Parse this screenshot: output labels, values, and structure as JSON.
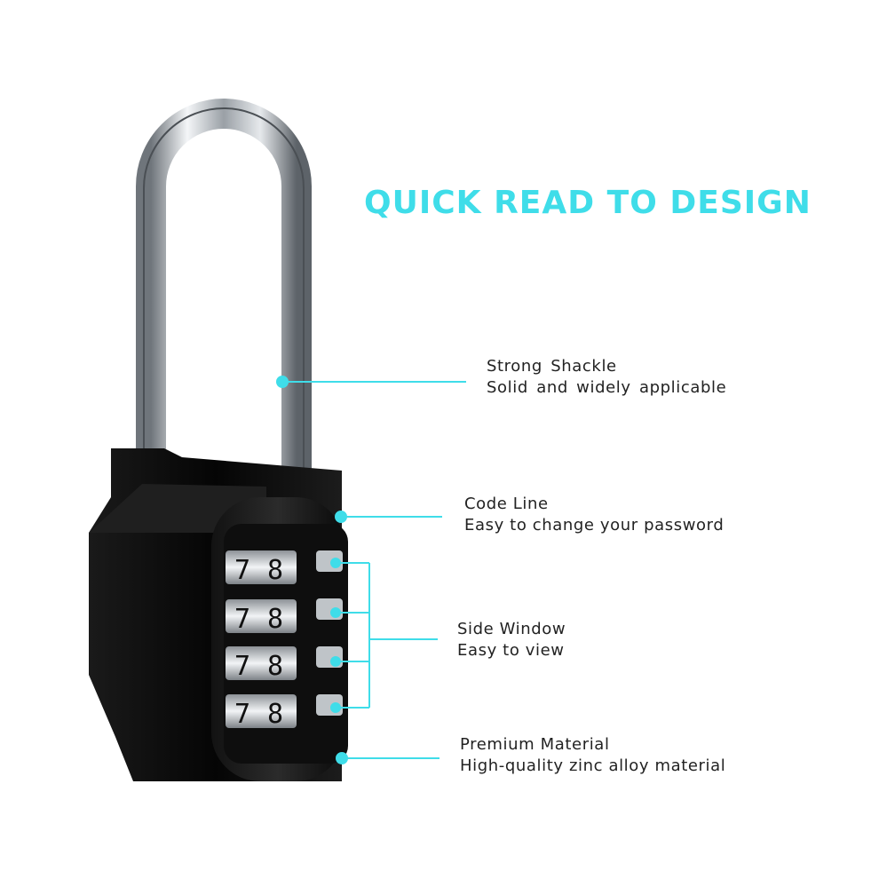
{
  "headline": "QUICK READ TO DESIGN",
  "colors": {
    "accent": "#3fdde9",
    "lock_body": "#0c0c0c",
    "chrome": "#c9cdd1",
    "text": "#222222"
  },
  "dials": [
    {
      "left_digit": "7",
      "right_digit": "8"
    },
    {
      "left_digit": "7",
      "right_digit": "8"
    },
    {
      "left_digit": "7",
      "right_digit": "8"
    },
    {
      "left_digit": "7",
      "right_digit": "8"
    }
  ],
  "callouts": [
    {
      "title": "Strong Shackle",
      "subtitle": "Solid and widely applicable"
    },
    {
      "title": "Code Line",
      "subtitle": "Easy to change your password"
    },
    {
      "title": "Side Window",
      "subtitle": "Easy to view"
    },
    {
      "title": "Premium Material",
      "subtitle": "High-quality zinc alloy material"
    }
  ]
}
